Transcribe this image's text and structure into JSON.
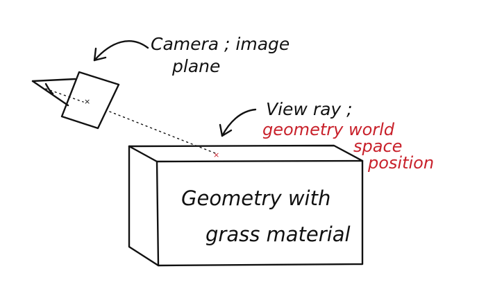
{
  "labels": {
    "camera_line1": "Camera ; image",
    "camera_line2": "plane",
    "ray_line1": "View ray ;",
    "world_line1": "geometry world",
    "world_line2": "space",
    "world_line3": "position",
    "box_line1": "Geometry with",
    "box_line2": "grass material"
  },
  "colors": {
    "ink": "#111111",
    "highlight": "#c8202a"
  }
}
